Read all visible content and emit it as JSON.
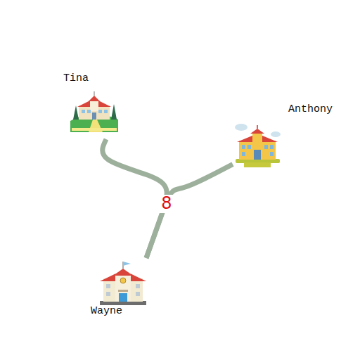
{
  "diagram": {
    "nodes": [
      {
        "text": [
          "Tina"
        ]
      },
      {
        "text": [
          "Anthony"
        ]
      },
      {
        "text": [
          "Wayne"
        ]
      }
    ],
    "edges": [
      {
        "from": 0,
        "to": 2,
        "arrow": "none",
        "label": "8"
      },
      {
        "from": 1,
        "to": 2,
        "arrow": "none"
      }
    ]
  }
}
